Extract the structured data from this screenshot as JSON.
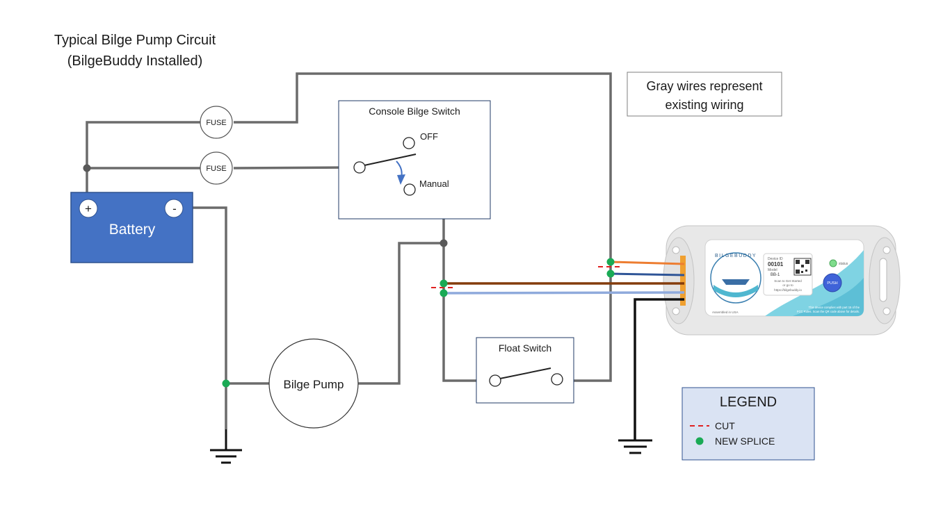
{
  "title": {
    "line1": "Typical Bilge Pump Circuit",
    "line2": "(BilgeBuddy Installed)"
  },
  "note": {
    "line1": "Gray wires represent",
    "line2": "existing wiring"
  },
  "fuses": {
    "top": "FUSE",
    "bottom": "FUSE"
  },
  "battery": {
    "label": "Battery",
    "positive": "+",
    "negative": "-"
  },
  "console_switch": {
    "title": "Console Bilge Switch",
    "off_label": "OFF",
    "manual_label": "Manual"
  },
  "float_switch": {
    "title": "Float Switch"
  },
  "bilge_pump": {
    "label": "Bilge Pump"
  },
  "legend": {
    "title": "LEGEND",
    "cut_label": "CUT",
    "splice_label": "NEW SPLICE"
  },
  "device": {
    "brand": "BILGEBUDDY",
    "device_id_label": "Device ID",
    "device_id": "00101",
    "model_label": "Model",
    "model": "BB-1",
    "scan_text_1": "Scan to Get Started",
    "scan_text_2": "or go to",
    "scan_url": "https://bilgebuddy.io",
    "status_label": "status",
    "push_label": "PUSH",
    "made_in": "Assembled in USA",
    "fcc_1": "This device complies with part 15 of the",
    "fcc_2": "FCC Rules. Scan the QR code above for details."
  },
  "colors": {
    "existing_wire": "#6b6b6b",
    "battery_fill": "#4472c4",
    "legend_fill": "#dae3f3",
    "splice": "#1aaa55",
    "cut": "#e02020",
    "wire_orange": "#ed7d31",
    "wire_blue": "#2f5597",
    "wire_brown": "#843c0c",
    "wire_lightblue": "#8faadc",
    "switch_arrow": "#4472c4"
  }
}
